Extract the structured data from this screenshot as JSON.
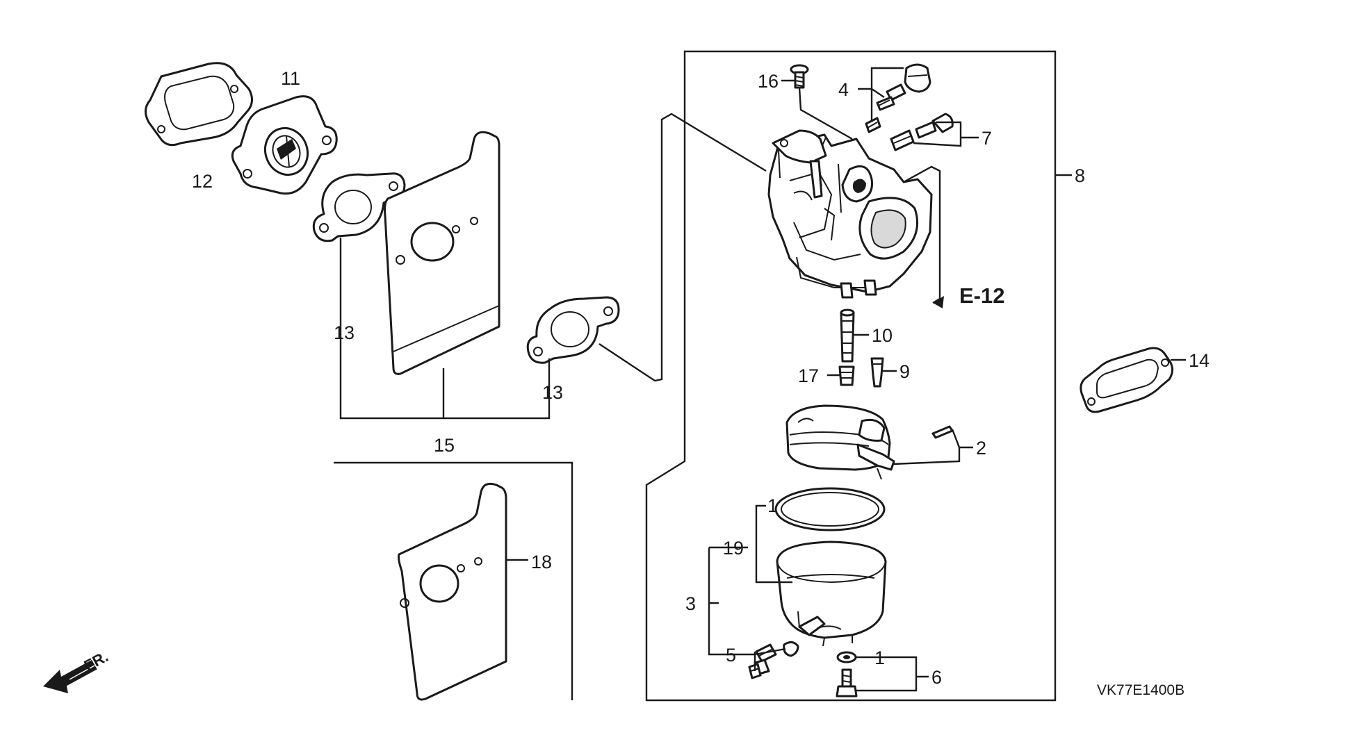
{
  "labels": {
    "p1a": "1",
    "p1b": "1",
    "p2": "2",
    "p3": "3",
    "p4": "4",
    "p5": "5",
    "p6": "6",
    "p7": "7",
    "p8": "8",
    "p9": "9",
    "p10": "10",
    "p11": "11",
    "p12": "12",
    "p13a": "13",
    "p13b": "13",
    "p14": "14",
    "p15": "15",
    "p16": "16",
    "p17": "17",
    "p18": "18",
    "p19": "19"
  },
  "reference": "E-12",
  "direction": "FR.",
  "diagram_code": "VK77E1400B"
}
